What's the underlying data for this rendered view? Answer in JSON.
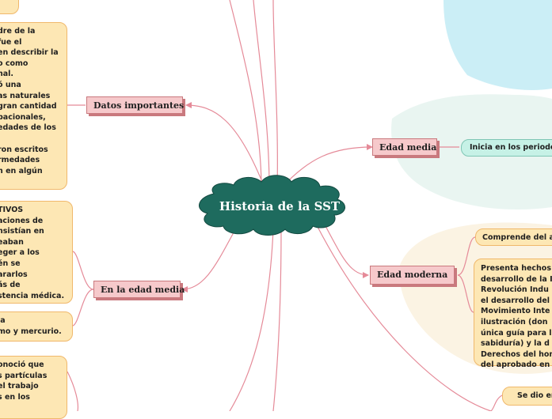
{
  "central_topic": "Historia de la SST",
  "colors": {
    "central": "#1e6b5e",
    "main_topic_fill": "#f6c9cb",
    "note_fill": "#fde7b4",
    "teal_note_fill": "#c6f1e6",
    "connector": "#e58a98"
  },
  "left": {
    "datos": {
      "label": "Datos importantes",
      "note_lines": [
        "dre de la",
        "fue el",
        "en describir la",
        "o como",
        "nal.",
        "ó una",
        "as naturales",
        "gran cantidad",
        "pacionales,",
        "edades de los",
        "",
        "ron escritos",
        "rmedades",
        "n en algún"
      ]
    },
    "edad_media": {
      "label": "En la edad media",
      "note_lines": [
        "TIVOS",
        "aciones de",
        "nsistían en",
        "eaban",
        "eger a los",
        "én se",
        "ararlos",
        "ás de",
        "stencia médica."
      ],
      "note2_lines": [
        "la",
        "mo y mercurio."
      ]
    },
    "bottom_note_lines": [
      "onoció que",
      "s partículas",
      "el trabajo",
      "s en los"
    ]
  },
  "right": {
    "edad_media": {
      "label": "Edad media",
      "note": "Inicia en los periodo"
    },
    "edad_moderna": {
      "label": "Edad moderna",
      "note_top": "Comprende del a",
      "note_lines": [
        "Presenta hechos",
        "desarrollo de la I",
        "Revolución Indu",
        "el desarrollo del",
        "Movimiento Inte",
        "ilustración (don",
        "única guía para l",
        "sabiduría) y la d",
        "Derechos del hom",
        "del aprobado en"
      ]
    },
    "bottom_note": "Se dio en"
  }
}
